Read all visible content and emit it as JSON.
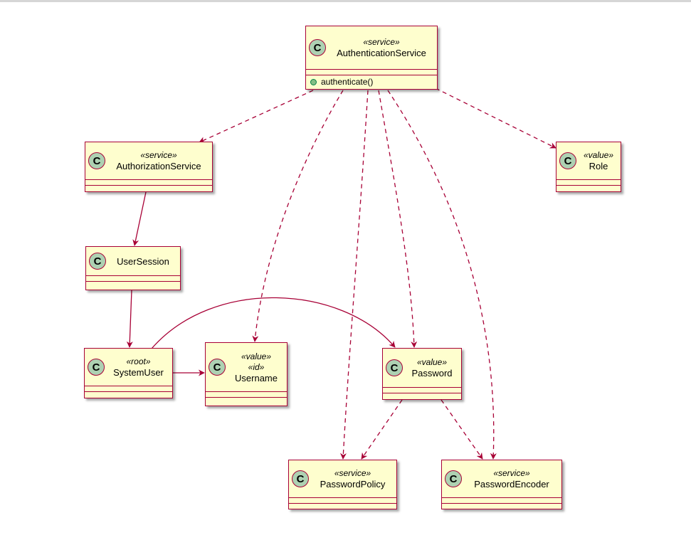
{
  "classes": {
    "authentication_service": {
      "badge": "C",
      "stereotype": "«service»",
      "name": "AuthenticationService",
      "method": "authenticate()"
    },
    "authorization_service": {
      "badge": "C",
      "stereotype": "«service»",
      "name": "AuthorizationService"
    },
    "role": {
      "badge": "C",
      "stereotype": "«value»",
      "name": "Role"
    },
    "user_session": {
      "badge": "C",
      "name": "UserSession"
    },
    "system_user": {
      "badge": "C",
      "stereotype": "«root»",
      "name": "SystemUser"
    },
    "username": {
      "badge": "C",
      "stereotype": "«value»",
      "stereotype2": "«id»",
      "name": "Username"
    },
    "password": {
      "badge": "C",
      "stereotype": "«value»",
      "name": "Password"
    },
    "password_policy": {
      "badge": "C",
      "stereotype": "«service»",
      "name": "PasswordPolicy"
    },
    "password_encoder": {
      "badge": "C",
      "stereotype": "«service»",
      "name": "PasswordEncoder"
    }
  },
  "relations": [
    {
      "from": "AuthenticationService",
      "to": "AuthorizationService",
      "style": "dashed"
    },
    {
      "from": "AuthenticationService",
      "to": "Role",
      "style": "dashed"
    },
    {
      "from": "AuthenticationService",
      "to": "Username",
      "style": "dashed"
    },
    {
      "from": "AuthenticationService",
      "to": "Password",
      "style": "dashed"
    },
    {
      "from": "AuthenticationService",
      "to": "PasswordPolicy",
      "style": "dashed"
    },
    {
      "from": "AuthenticationService",
      "to": "PasswordEncoder",
      "style": "dashed"
    },
    {
      "from": "AuthorizationService",
      "to": "UserSession",
      "style": "solid"
    },
    {
      "from": "UserSession",
      "to": "SystemUser",
      "style": "solid"
    },
    {
      "from": "SystemUser",
      "to": "Username",
      "style": "solid"
    },
    {
      "from": "SystemUser",
      "to": "Password",
      "style": "solid"
    },
    {
      "from": "Password",
      "to": "PasswordPolicy",
      "style": "dashed"
    },
    {
      "from": "Password",
      "to": "PasswordEncoder",
      "style": "dashed"
    }
  ],
  "colors": {
    "class_fill": "#fefece",
    "border": "#a80036",
    "badge_fill": "#add1b2",
    "method_dot": "#84be84"
  }
}
